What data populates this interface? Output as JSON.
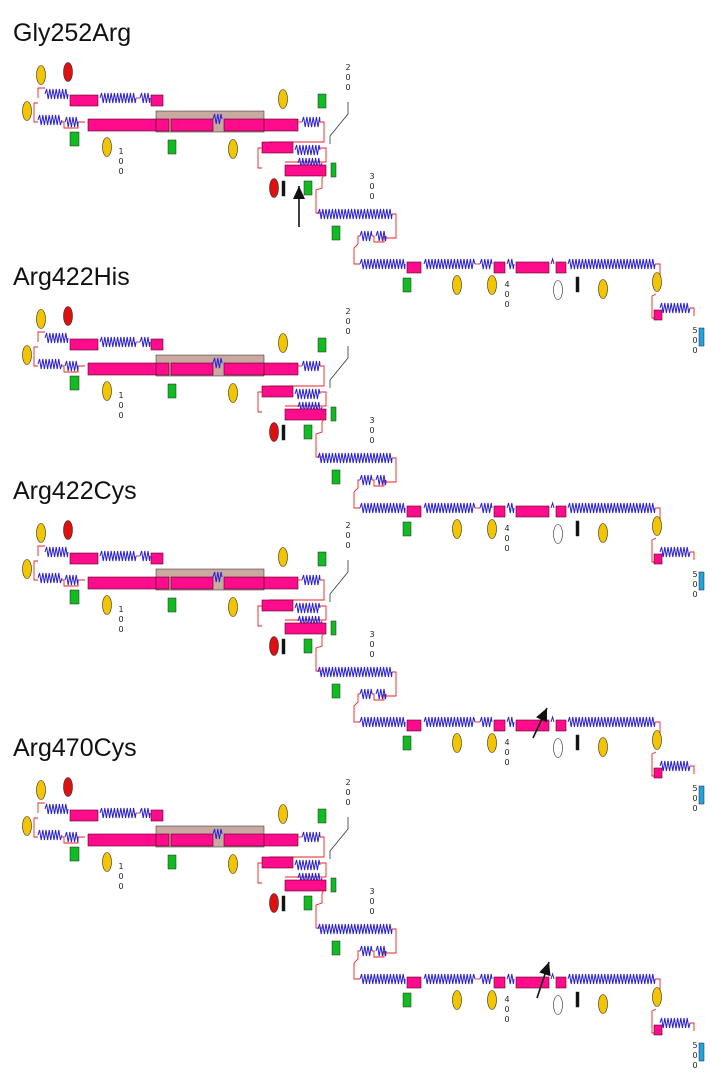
{
  "colors": {
    "strand": "#ff0c8c",
    "helix": "#2a1fd8",
    "loop": "#ee2222",
    "green_box": "#11bb22",
    "yellow_oval": "#f2c500",
    "red_oval": "#dd1111",
    "black_bar": "#111111",
    "cyan_bar": "#22a3e0",
    "shaded_box": "#c9a9a0",
    "arrow": "#111111"
  },
  "icons": [
    "mutation-arrow-icon"
  ],
  "residue_labels": [
    "100",
    "200",
    "300",
    "400",
    "500"
  ],
  "panels": [
    {
      "title": "Gly252Arg",
      "arrow": "strand-250"
    },
    {
      "title": "Arg422His",
      "arrow": "none"
    },
    {
      "title": "Arg422Cys",
      "arrow": "strand-420"
    },
    {
      "title": "Arg470Cys",
      "arrow": "c-term-470"
    }
  ]
}
